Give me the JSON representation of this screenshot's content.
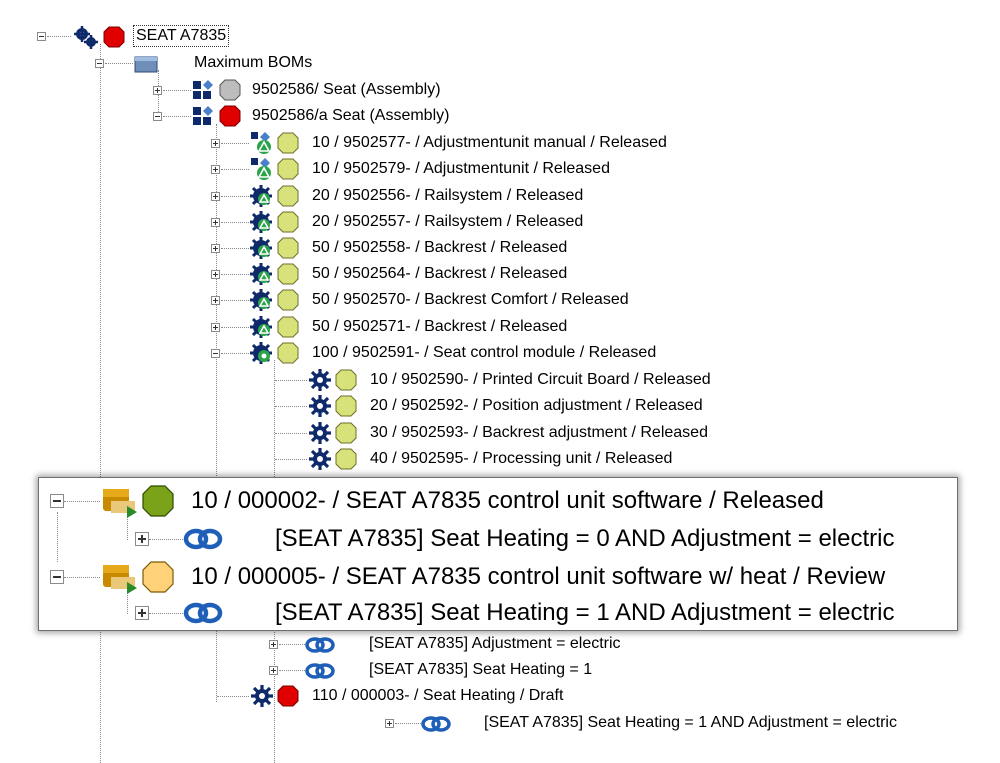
{
  "tree": {
    "root": {
      "label": "SEAT A7835"
    },
    "maximum_boms": {
      "label": "Maximum BOMs"
    },
    "assembly_1": {
      "label": "9502586/ Seat (Assembly)"
    },
    "assembly_2": {
      "label": "9502586/a Seat (Assembly)"
    },
    "children": [
      {
        "label": "10 / 9502577- / Adjustmentunit manual / Released"
      },
      {
        "label": "10 / 9502579- / Adjustmentunit / Released"
      },
      {
        "label": "20 / 9502556- / Railsystem / Released"
      },
      {
        "label": "20 / 9502557- / Railsystem / Released"
      },
      {
        "label": "50 / 9502558- / Backrest / Released"
      },
      {
        "label": "50 / 9502564- / Backrest / Released"
      },
      {
        "label": "50 / 9502570- / Backrest Comfort / Released"
      },
      {
        "label": "50 / 9502571- / Backrest / Released"
      },
      {
        "label": "100 / 9502591- / Seat control module / Released"
      }
    ],
    "module_children": [
      {
        "label": "10 / 9502590- / Printed Circuit Board / Released"
      },
      {
        "label": "20 / 9502592- / Position adjustment / Released"
      },
      {
        "label": "30 / 9502593- / Backrest adjustment / Released"
      },
      {
        "label": "40 / 9502595- / Processing unit / Released"
      }
    ],
    "below_callout": [
      {
        "label": "[SEAT A7835] Adjustment = electric"
      },
      {
        "label": "[SEAT A7835] Seat Heating = 1"
      }
    ],
    "seat_heating": {
      "label": "110 / 000003- / Seat Heating / Draft"
    },
    "seat_heating_rule": {
      "label": "[SEAT A7835] Seat Heating = 1 AND Adjustment = electric"
    }
  },
  "callout": {
    "item_1": {
      "label": "10 / 000002- / SEAT A7835 control unit software / Released"
    },
    "rule_1": {
      "label": "[SEAT A7835] Seat Heating = 0 AND Adjustment = electric"
    },
    "item_2": {
      "label": "10 / 000005- / SEAT A7835 control unit software w/ heat / Review"
    },
    "rule_2": {
      "label": "[SEAT A7835] Seat Heating = 1 AND Adjustment = electric"
    }
  },
  "colors": {
    "status_red": "#e00000",
    "status_gray": "#bdbdbd",
    "status_released": "#d8e27a",
    "status_green": "#7aa31a",
    "status_review": "#ffd27a",
    "gear_navy": "#0e2a6b",
    "link_blue": "#1f5fb8"
  }
}
